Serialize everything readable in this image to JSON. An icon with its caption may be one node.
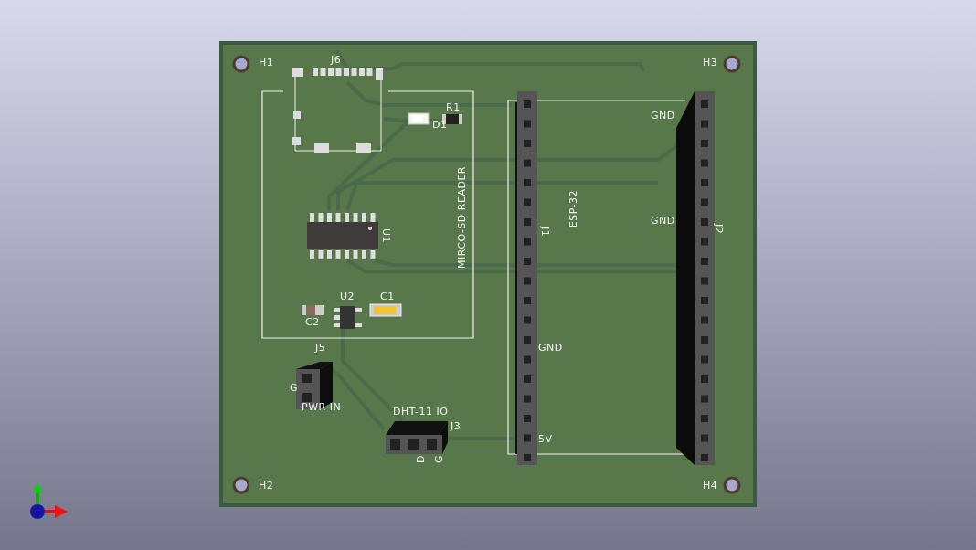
{
  "diagram": {
    "labels": [
      "H1",
      "J6",
      "H3",
      "R1",
      "D1",
      "GND",
      "ESP-32",
      "GND",
      "U1",
      "J1",
      "J2",
      "MIRCO-SD READER",
      "U2",
      "C1",
      "C2",
      "J5",
      "GND",
      "G",
      "PWR IN",
      "DHT-11 IO",
      "J3",
      "5V",
      "D",
      "G",
      "H2",
      "H4"
    ]
  }
}
